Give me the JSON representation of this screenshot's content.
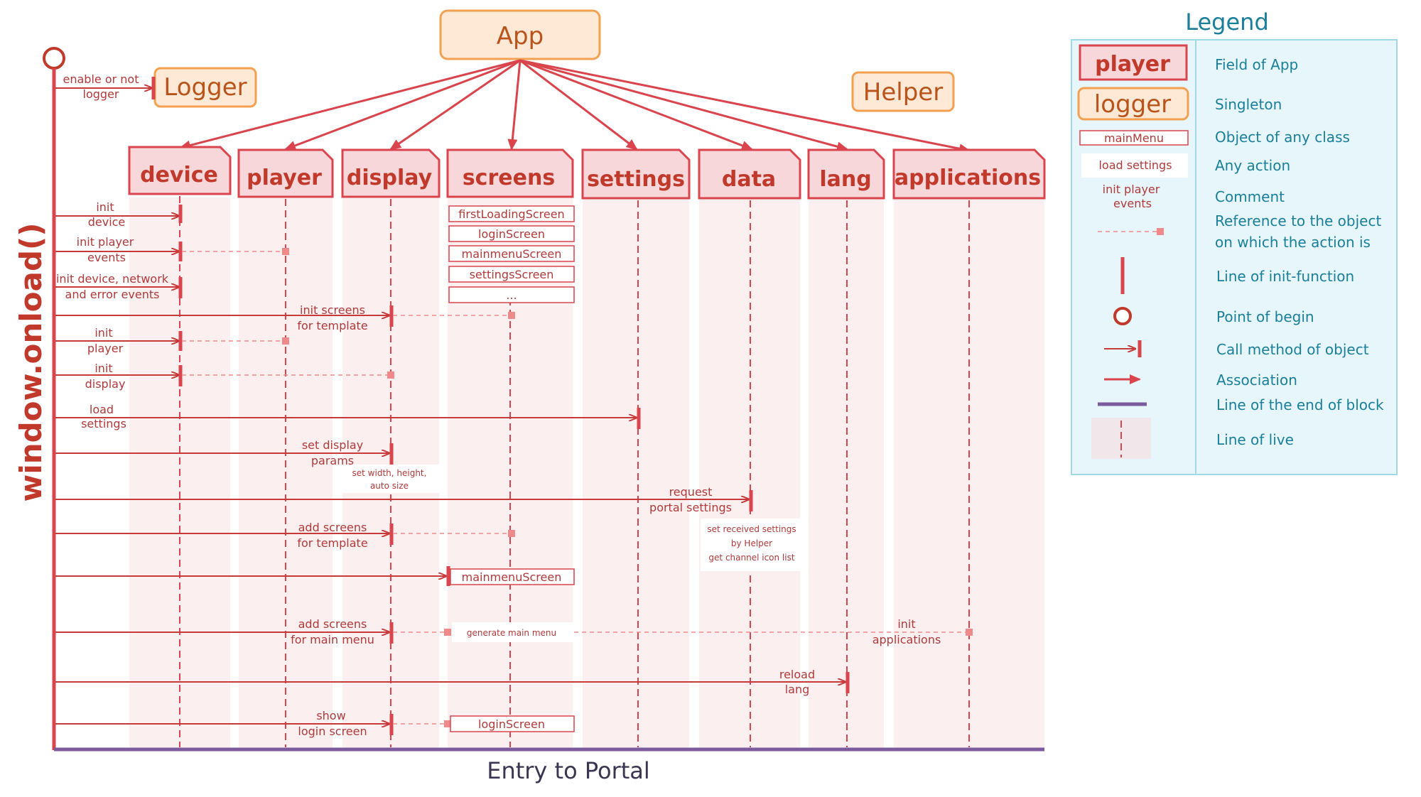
{
  "app_label": "App",
  "logger_label": "Logger",
  "helper_label": "Helper",
  "vertical_title": "window.onload()",
  "footer": "Entry to Portal",
  "logger_call": "enable or not logger",
  "lanes": [
    "device",
    "player",
    "display",
    "screens",
    "settings",
    "data",
    "lang",
    "applications"
  ],
  "screens_objects": [
    "firstLoadingScreen",
    "loginScreen",
    "mainmenuScreen",
    "settingsScreen",
    "..."
  ],
  "messages": [
    "init device",
    "init player events",
    "init device, network and error events",
    "init screens for template",
    "init player",
    "init display",
    "load settings",
    "set display params",
    "request portal settings",
    "add screens for template",
    "add screens for main menu",
    "reload lang",
    "show login screen"
  ],
  "comments": {
    "set_width": "set width, height, auto size",
    "set_received": "set received settings by Helper get channel icon list",
    "generate_main_menu": "generate main menu",
    "init_applications": "init applications"
  },
  "inline_objects": {
    "mainmenu": "mainmenuScreen",
    "login": "loginScreen"
  },
  "legend": {
    "title": "Legend",
    "player_sample": "player",
    "logger_sample": "logger",
    "mainmenu_sample": "mainMenu",
    "load_settings_sample": "load settings",
    "init_player_events_sample": "init player events",
    "items": [
      "Field of App",
      "Singleton",
      "Object of  any class",
      "Any action",
      "Comment",
      "Reference to the object on which the action is",
      "Line of init-function",
      "Point of begin",
      "Call method of object",
      "Association",
      "Line of the end of block",
      "Line of live"
    ]
  },
  "colors": {
    "lane_fill": "#f8d7da",
    "lane_stroke": "#d9444d",
    "singleton_fill": "#fde9d6",
    "singleton_stroke": "#f3a050",
    "legend_text": "#1a7f9a",
    "end_line": "#7b5a9e"
  }
}
